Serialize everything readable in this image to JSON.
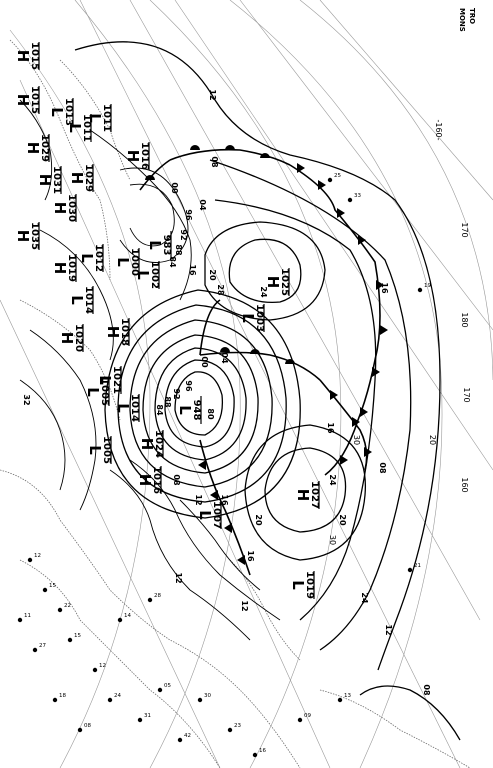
{
  "header": {
    "corner_text_1": "MONS",
    "corner_text_2": "TRO"
  },
  "grid_labels": [
    "-160-",
    "170",
    "180",
    "170",
    "160",
    "20",
    "30",
    "30"
  ],
  "pressure_centers": [
    {
      "type": "H",
      "value": "1025"
    },
    {
      "type": "H",
      "value": "1027"
    },
    {
      "type": "L",
      "value": "1003"
    },
    {
      "type": "L",
      "value": "983"
    },
    {
      "type": "L",
      "value": "1019"
    },
    {
      "type": "L",
      "value": "1007"
    },
    {
      "type": "L",
      "value": "948"
    },
    {
      "type": "H",
      "value": "1016"
    },
    {
      "type": "H",
      "value": "1024"
    },
    {
      "type": "L",
      "value": "1014"
    },
    {
      "type": "L",
      "value": "1005"
    },
    {
      "type": "L",
      "value": "1005"
    },
    {
      "type": "H",
      "value": "1018"
    },
    {
      "type": "L",
      "value": "1021"
    },
    {
      "type": "H",
      "value": "1019"
    },
    {
      "type": "L",
      "value": "1014"
    },
    {
      "type": "H",
      "value": "1030"
    },
    {
      "type": "H",
      "value": "1029"
    },
    {
      "type": "H",
      "value": "1031"
    },
    {
      "type": "H",
      "value": "1029"
    },
    {
      "type": "H",
      "value": "1016"
    },
    {
      "type": "L",
      "value": "1011"
    },
    {
      "type": "L",
      "value": "1011"
    },
    {
      "type": "L",
      "value": "1013"
    },
    {
      "type": "H",
      "value": "1015"
    },
    {
      "type": "H",
      "value": "1015"
    },
    {
      "type": "H",
      "value": "1035"
    },
    {
      "type": "L",
      "value": "1000"
    },
    {
      "type": "L",
      "value": "1002"
    },
    {
      "type": "L",
      "value": "1012"
    },
    {
      "type": "H",
      "value": "1020"
    }
  ],
  "isobar_labels": [
    "12",
    "08",
    "04",
    "00",
    "96",
    "92",
    "88",
    "84",
    "80",
    "16",
    "20",
    "24",
    "28",
    "32",
    "12",
    "16",
    "08",
    "12",
    "20",
    "16",
    "24",
    "04",
    "00",
    "96",
    "92",
    "88",
    "84",
    "16",
    "12",
    "20",
    "08",
    "24",
    "12",
    "16",
    "08"
  ],
  "station_labels": [
    "12",
    "15",
    "22",
    "11",
    "27",
    "15",
    "12",
    "18",
    "24",
    "31",
    "08",
    "42",
    "05",
    "30",
    "23",
    "14",
    "28",
    "16",
    "09",
    "13",
    "25",
    "33",
    "19",
    "21"
  ]
}
